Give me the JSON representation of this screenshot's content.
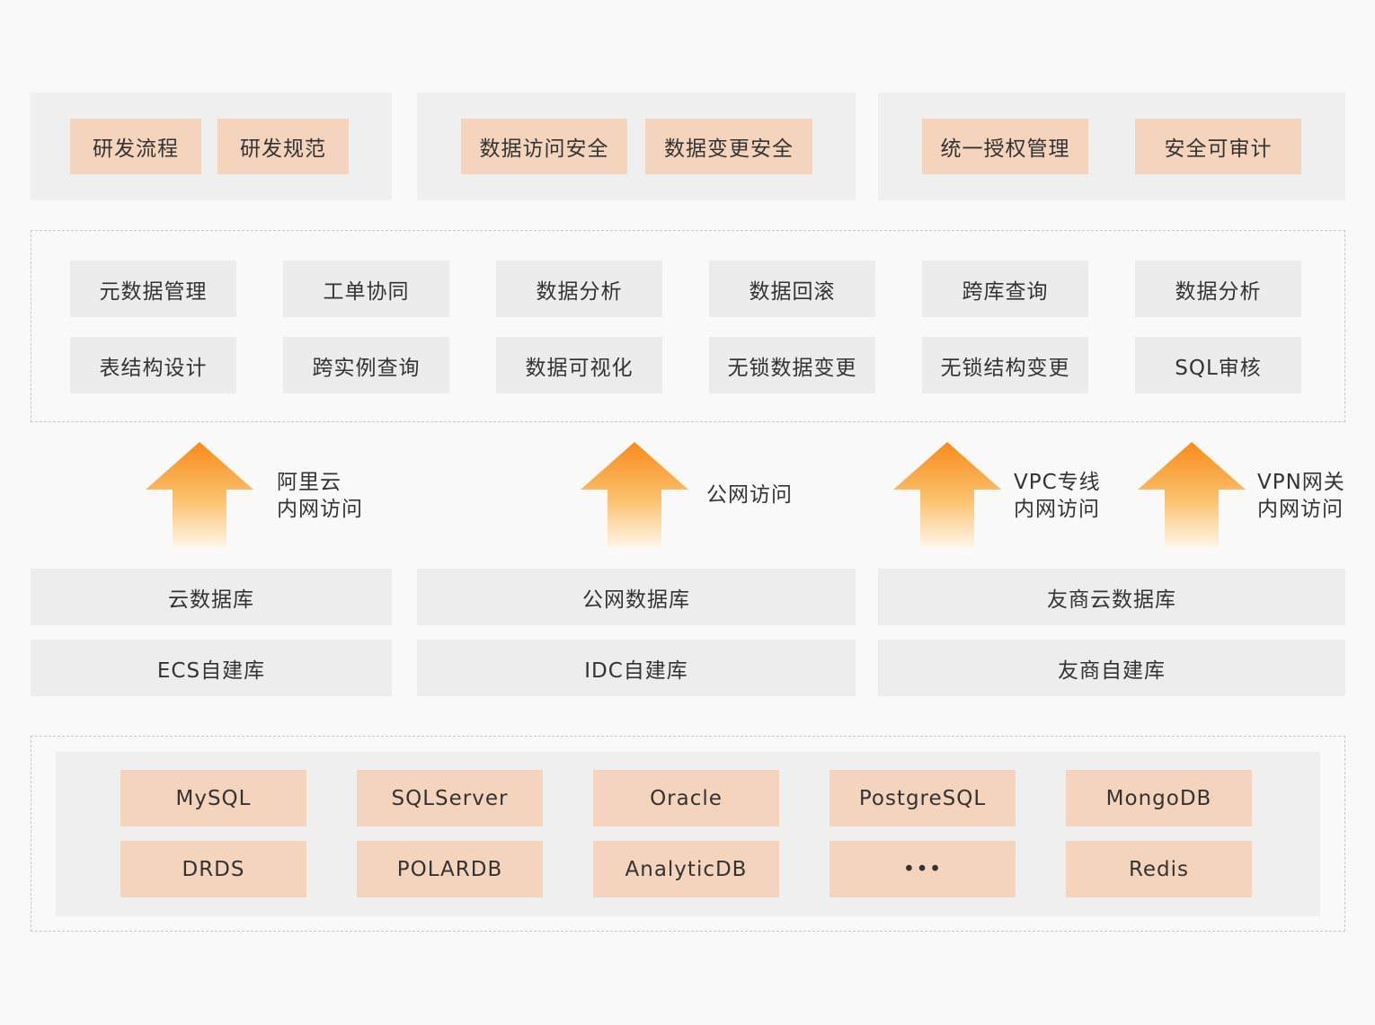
{
  "top_groups": [
    {
      "items": [
        "研发流程",
        "研发规范"
      ]
    },
    {
      "items": [
        "数据访问安全",
        "数据变更安全"
      ]
    },
    {
      "items": [
        "统一授权管理",
        "安全可审计"
      ]
    }
  ],
  "features": {
    "row1": [
      "元数据管理",
      "工单协同",
      "数据分析",
      "数据回滚",
      "跨库查询",
      "数据分析"
    ],
    "row2": [
      "表结构设计",
      "跨实例查询",
      "数据可视化",
      "无锁数据变更",
      "无锁结构变更",
      "SQL审核"
    ]
  },
  "access": [
    {
      "line1": "阿里云",
      "line2": "内网访问"
    },
    {
      "line1": "公网访问",
      "line2": ""
    },
    {
      "line1": "VPC专线",
      "line2": "内网访问"
    },
    {
      "line1": "VPN网关",
      "line2": "内网访问"
    }
  ],
  "sources": {
    "row1": [
      "云数据库",
      "公网数据库",
      "友商云数据库"
    ],
    "row2": [
      "ECS自建库",
      "IDC自建库",
      "友商自建库"
    ]
  },
  "engines": {
    "row1": [
      "MySQL",
      "SQLServer",
      "Oracle",
      "PostgreSQL",
      "MongoDB"
    ],
    "row2": [
      "DRDS",
      "POLARDB",
      "AnalyticDB",
      "•••",
      "Redis"
    ]
  },
  "colors": {
    "peach": "#f4d4bd",
    "arrow_top": "#f98a1a",
    "arrow_bottom": "#fef6ea"
  }
}
